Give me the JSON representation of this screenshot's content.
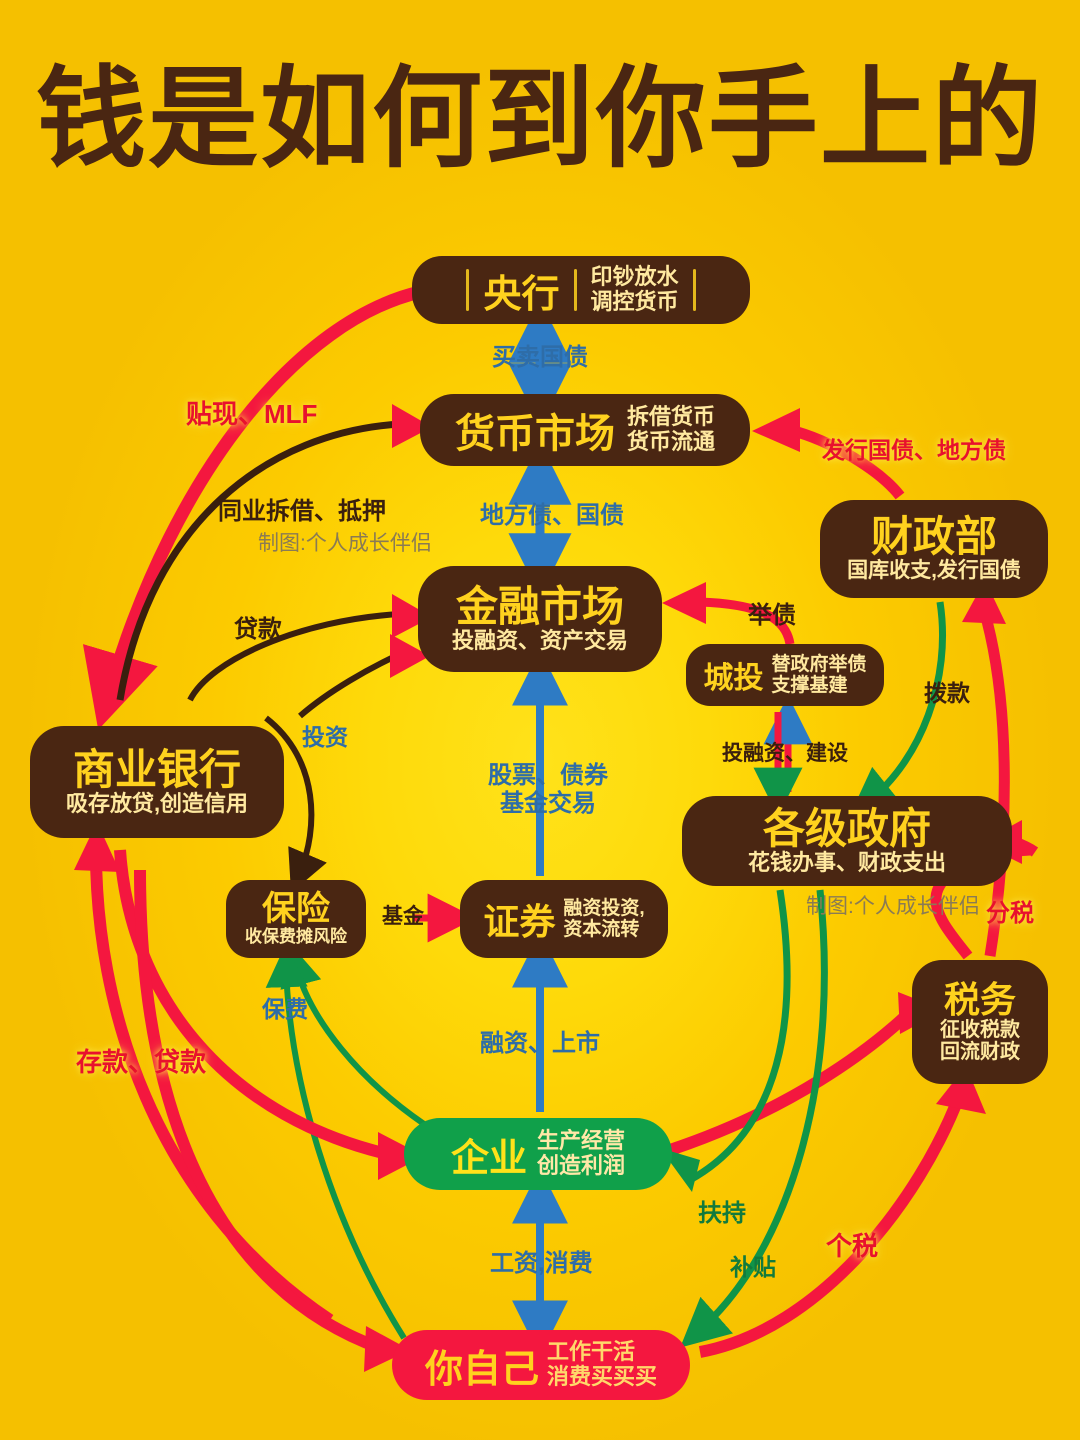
{
  "page": {
    "title": "钱是如何到你手上的",
    "background_color": "#FCCB00",
    "watermark": "制图:个人成长伴侣"
  },
  "colors": {
    "background": "#FCCB00",
    "node_fill": "#4A2612",
    "node_text": "#FFD21E",
    "node_subtext": "#FFE9A0",
    "enterprise_fill": "#10A04A",
    "you_fill": "#F4173F",
    "arrow_red": "#F4173F",
    "arrow_blue": "#2E7BC4",
    "arrow_green": "#109448",
    "arrow_dark": "#3A1F0E",
    "label_blue": "#2E6DA8",
    "label_red": "#E8112D",
    "label_dark": "#3A1F0E",
    "label_green": "#117A3D",
    "watermark_gray": "#8A7B54"
  },
  "nodes": [
    {
      "id": "yanghang",
      "name": "央行",
      "desc": "印钞放水\n调控货币",
      "desc_line1": "印钞放水",
      "desc_line2": "调控货币"
    },
    {
      "id": "huobi",
      "name": "货币市场",
      "desc_line1": "拆借货币",
      "desc_line2": "货币流通"
    },
    {
      "id": "jinrong",
      "name": "金融市场",
      "desc_line1": "投融资、资产交易",
      "desc_line2": ""
    },
    {
      "id": "caizheng",
      "name": "财政部",
      "desc_line1": "国库收支,发行国债",
      "desc_line2": ""
    },
    {
      "id": "chengtou",
      "name": "城投",
      "desc_line1": "替政府举债",
      "desc_line2": "支撑基建"
    },
    {
      "id": "zhengfu",
      "name": "各级政府",
      "desc_line1": "花钱办事、财政支出",
      "desc_line2": ""
    },
    {
      "id": "yinhang",
      "name": "商业银行",
      "desc_line1": "吸存放贷,创造信用",
      "desc_line2": ""
    },
    {
      "id": "baoxian",
      "name": "保险",
      "desc_line1": "收保费摊风险",
      "desc_line2": ""
    },
    {
      "id": "zhengquan",
      "name": "证券",
      "desc_line1": "融资投资,",
      "desc_line2": "资本流转"
    },
    {
      "id": "shuiwu",
      "name": "税务",
      "desc_line1": "征收税款",
      "desc_line2": "回流财政"
    },
    {
      "id": "qiye",
      "name": "企业",
      "desc_line1": "生产经营",
      "desc_line2": "创造利润"
    },
    {
      "id": "ziji",
      "name": "你自己",
      "desc_line1": "工作干活",
      "desc_line2": "消费买买买"
    }
  ],
  "edge_labels": {
    "maimai_guozhai": "买卖国债",
    "tiexian_mlf": "贴现、MLF",
    "tongye_chaijie": "同业拆借、抵押",
    "difangzhai_guozhai": "地方债、国债",
    "faxing_guozhai": "发行国债、地方债",
    "judai": "举债",
    "toujianzi_jianshe": "投融资、建设",
    "bokuan": "拨款",
    "daikuan": "贷款",
    "touzi": "投资",
    "gupiao_zhaiquan_l1": "股票、债券",
    "gupiao_zhaiquan_l2": "基金交易",
    "jijin": "基金",
    "fenshui": "分税",
    "baofei": "保费",
    "cunkuan_daikuan": "存款、贷款",
    "rongzi_shangshi": "融资、上市",
    "fuchi": "扶持",
    "butie": "补贴",
    "geshui": "个税",
    "gongzi_xiaofei": "工资,消费"
  }
}
